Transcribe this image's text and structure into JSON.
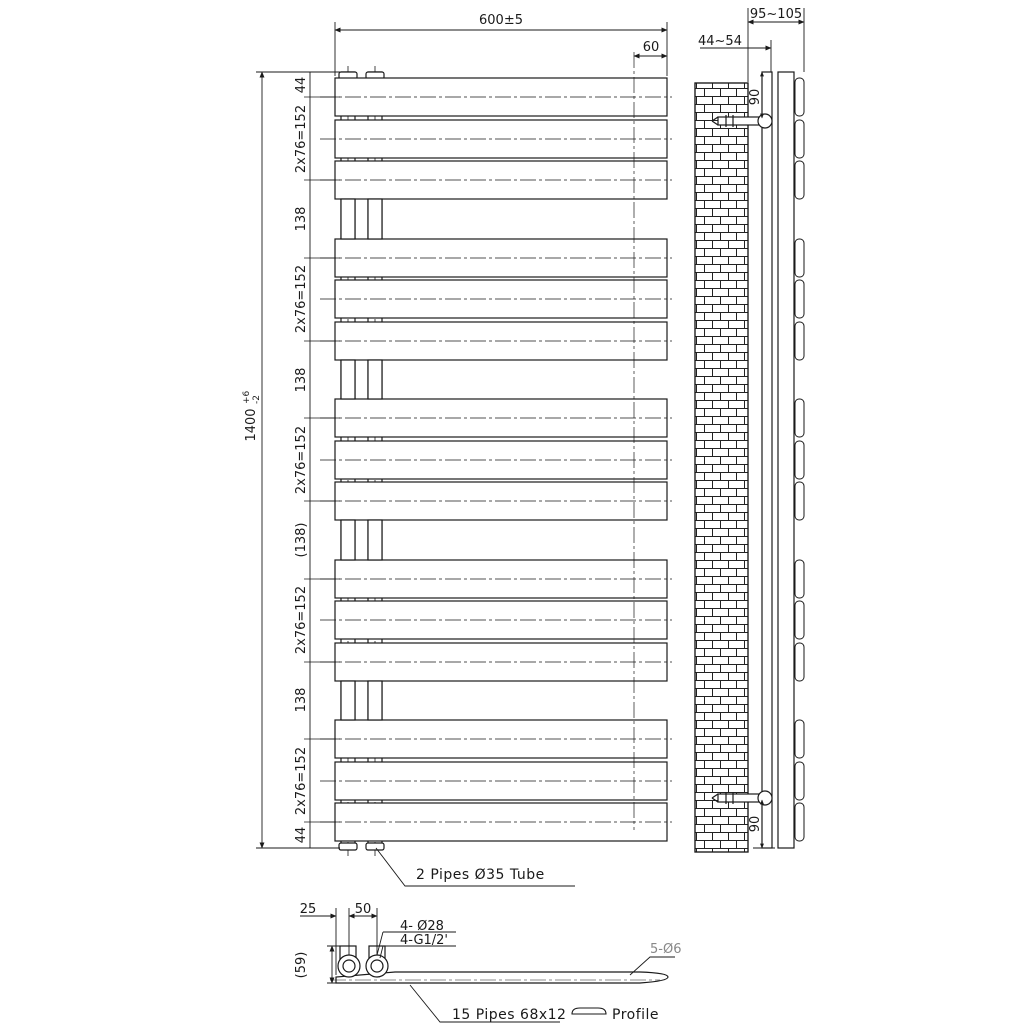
{
  "front_view": {
    "overall_width": "600±5",
    "offset_right": "60",
    "overall_height_base": "1400",
    "overall_height_upper_tol": "+6",
    "overall_height_lower_tol": "-2",
    "end_gap": "44",
    "group_pitch": "2x76=152",
    "group_gap": "138",
    "group_gap_ref": "(138)",
    "pipes_note": "2 Pipes Ø35 Tube"
  },
  "side_view": {
    "wall_gap": "44~54",
    "depth": "95~105",
    "bracket_offset": "90"
  },
  "bottom_view": {
    "left_offset": "25",
    "pipe_spacing": "50",
    "valve_holes": "4- Ø28",
    "valve_thread": "4-G1/2'",
    "height_ref": "(59)",
    "end_holes": "5-Ø6",
    "profile_note": "15 Pipes 68x12",
    "profile_label": "Profile"
  }
}
